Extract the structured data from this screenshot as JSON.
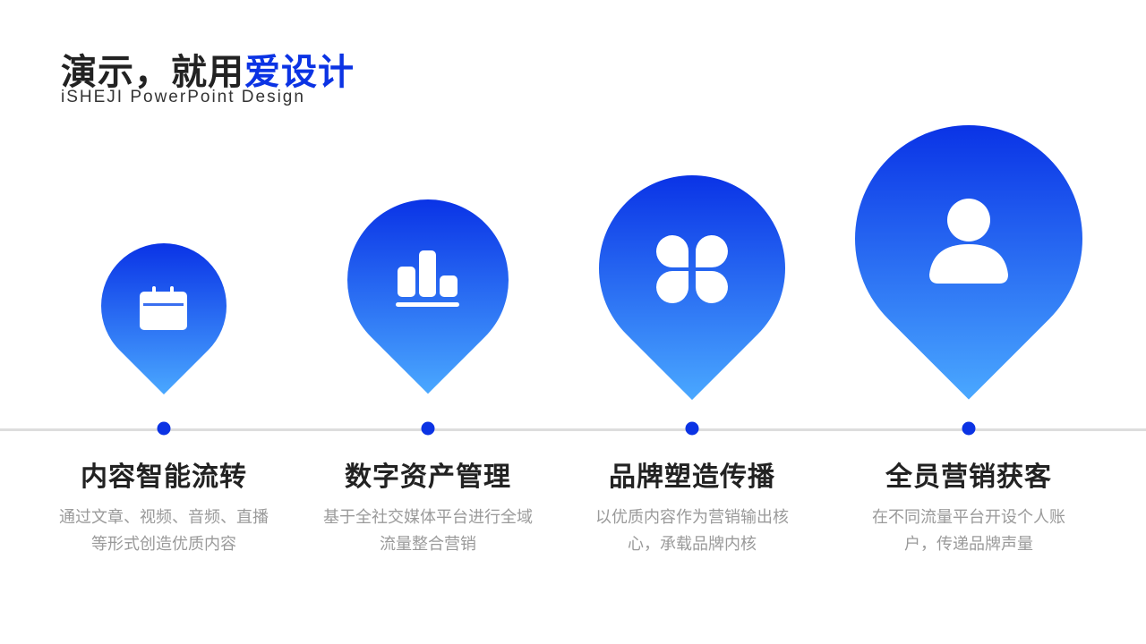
{
  "header": {
    "title_main": "演示，就用",
    "title_accent": "爱设计",
    "subtitle": "iSHEJI PowerPoint Design"
  },
  "colors": {
    "accent": "#0b33e4",
    "gradient_top": "#0a33e6",
    "gradient_bottom": "#4aa8ff",
    "timeline": "#dddddd"
  },
  "items": [
    {
      "icon": "calendar-icon",
      "title": "内容智能流转",
      "desc": "通过文章、视频、音频、直播等形式创造优质内容"
    },
    {
      "icon": "bar-chart-icon",
      "title": "数字资产管理",
      "desc": "基于全社交媒体平台进行全域流量整合营销"
    },
    {
      "icon": "grid-icon",
      "title": "品牌塑造传播",
      "desc": "以优质内容作为营销输出核心，承载品牌内核"
    },
    {
      "icon": "user-icon",
      "title": "全员营销获客",
      "desc": "在不同流量平台开设个人账户，传递品牌声量"
    }
  ]
}
